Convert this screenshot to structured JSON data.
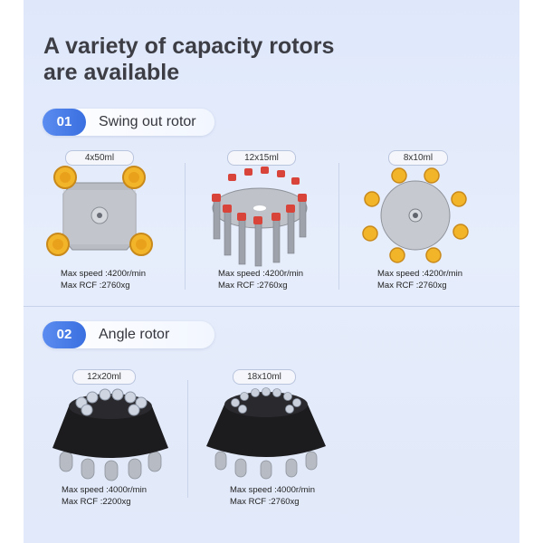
{
  "title": {
    "accent_letter": "A",
    "line1_rest": " variety of capacity rotors",
    "line2": "are available"
  },
  "sections": [
    {
      "number": "01",
      "label": "Swing out rotor",
      "rotors": [
        {
          "capacity": "4x50ml",
          "speed": "Max speed :4200r/min",
          "rcf": "Max RCF :2760xg"
        },
        {
          "capacity": "12x15ml",
          "speed": "Max speed :4200r/min",
          "rcf": "Max RCF :2760xg"
        },
        {
          "capacity": "8x10ml",
          "speed": "Max speed :4200r/min",
          "rcf": "Max RCF :2760xg"
        }
      ]
    },
    {
      "number": "02",
      "label": "Angle rotor",
      "rotors": [
        {
          "capacity": "12x20ml",
          "speed": "Max speed :4000r/min",
          "rcf": "Max RCF :2200xg"
        },
        {
          "capacity": "18x10ml",
          "speed": "Max speed :4000r/min",
          "rcf": "Max RCF :2760xg"
        }
      ]
    }
  ],
  "colors": {
    "accent_orange": "#f3a13a",
    "section_blue": "#3a6fe0",
    "bucket_yellow": "#f2b52a",
    "tube_red": "#d9443a",
    "angle_body": "#1c1c1f"
  }
}
